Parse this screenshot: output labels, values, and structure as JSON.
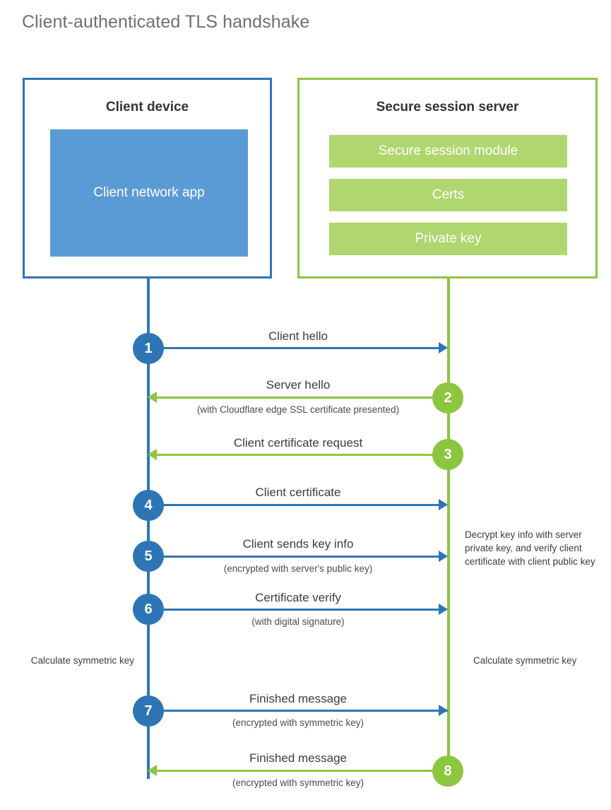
{
  "title": "Client-authenticated TLS handshake",
  "colors": {
    "client_blue": "#2e75b6",
    "client_app_blue": "#5b9bd5",
    "server_green": "#8cc63e",
    "server_bar_green": "#b0d66f",
    "title_gray": "#6f6f6f",
    "text_dark": "#3c3c3c"
  },
  "actors": {
    "client": {
      "title": "Client device",
      "app_label": "Client network app"
    },
    "server": {
      "title": "Secure session server",
      "modules": [
        "Secure session module",
        "Certs",
        "Private key"
      ]
    }
  },
  "steps": [
    {
      "number": "1",
      "label": "Client hello",
      "sublabel": "",
      "direction": "client-to-server",
      "color": "blue"
    },
    {
      "number": "2",
      "label": "Server hello",
      "sublabel": "(with Cloudflare edge SSL certificate presented)",
      "direction": "server-to-client",
      "color": "green"
    },
    {
      "number": "3",
      "label": "Client certificate request",
      "sublabel": "",
      "direction": "server-to-client",
      "color": "green"
    },
    {
      "number": "4",
      "label": "Client certificate",
      "sublabel": "",
      "direction": "client-to-server",
      "color": "blue"
    },
    {
      "number": "5",
      "label": "Client sends key info",
      "sublabel": "(encrypted with server's public key)",
      "direction": "client-to-server",
      "color": "blue"
    },
    {
      "number": "6",
      "label": "Certificate verify",
      "sublabel": "(with digital signature)",
      "direction": "client-to-server",
      "color": "blue"
    },
    {
      "number": "7",
      "label": "Finished message",
      "sublabel": "(encrypted with symmetric key)",
      "direction": "client-to-server",
      "color": "blue"
    },
    {
      "number": "8",
      "label": "Finished message",
      "sublabel": "(encrypted with symmetric key)",
      "direction": "server-to-client",
      "color": "green"
    }
  ],
  "notes": {
    "server_decrypt": "Decrypt key info with server private key, and verify client certificate with client public key",
    "client_calculate": "Calculate symmetric key",
    "server_calculate": "Calculate symmetric key"
  }
}
